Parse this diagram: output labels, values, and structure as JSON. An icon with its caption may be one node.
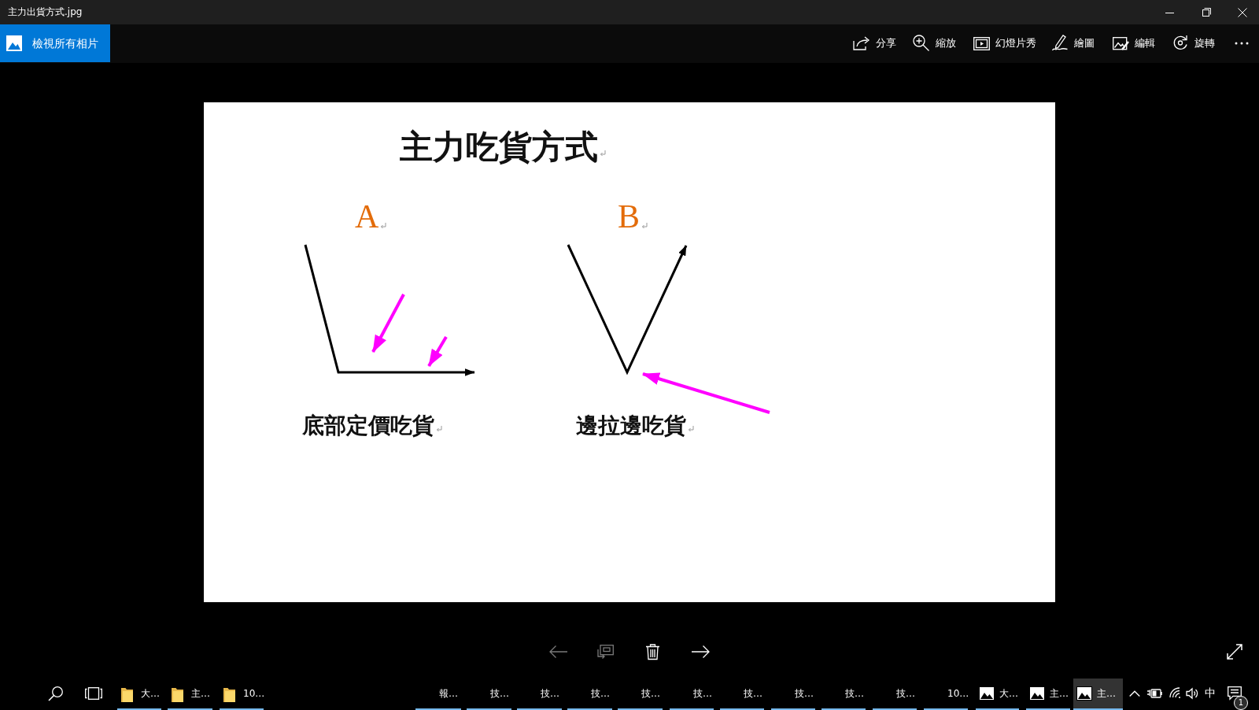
{
  "diagram": {
    "title": "主力吃貨方式",
    "nodes": [
      {
        "text": [],
        "shape": "picture",
        "beside": [
          "A",
          "底部定價吃貨"
        ]
      },
      {
        "text": [],
        "shape": "picture",
        "beside": [
          "B",
          "邊拉邊吃貨"
        ]
      }
    ],
    "edges": [
      {
        "from": null,
        "to": 0,
        "arrow": "to"
      },
      {
        "from": null,
        "to": 0,
        "arrow": "to"
      },
      {
        "from": null,
        "to": 1,
        "arrow": "to"
      }
    ],
    "labels": [
      "主力出貨方式.jpg",
      "檢視所有相片",
      "分享",
      "縮放",
      "幻燈片秀",
      "繪圖",
      "編輯",
      "旋轉",
      "大…",
      "主…",
      "10…",
      "報…",
      "技…",
      "技…",
      "技…",
      "技…",
      "技…",
      "技…",
      "技…",
      "技…",
      "技…",
      "10…",
      "大…",
      "主…",
      "主…",
      "中",
      "1"
    ]
  }
}
